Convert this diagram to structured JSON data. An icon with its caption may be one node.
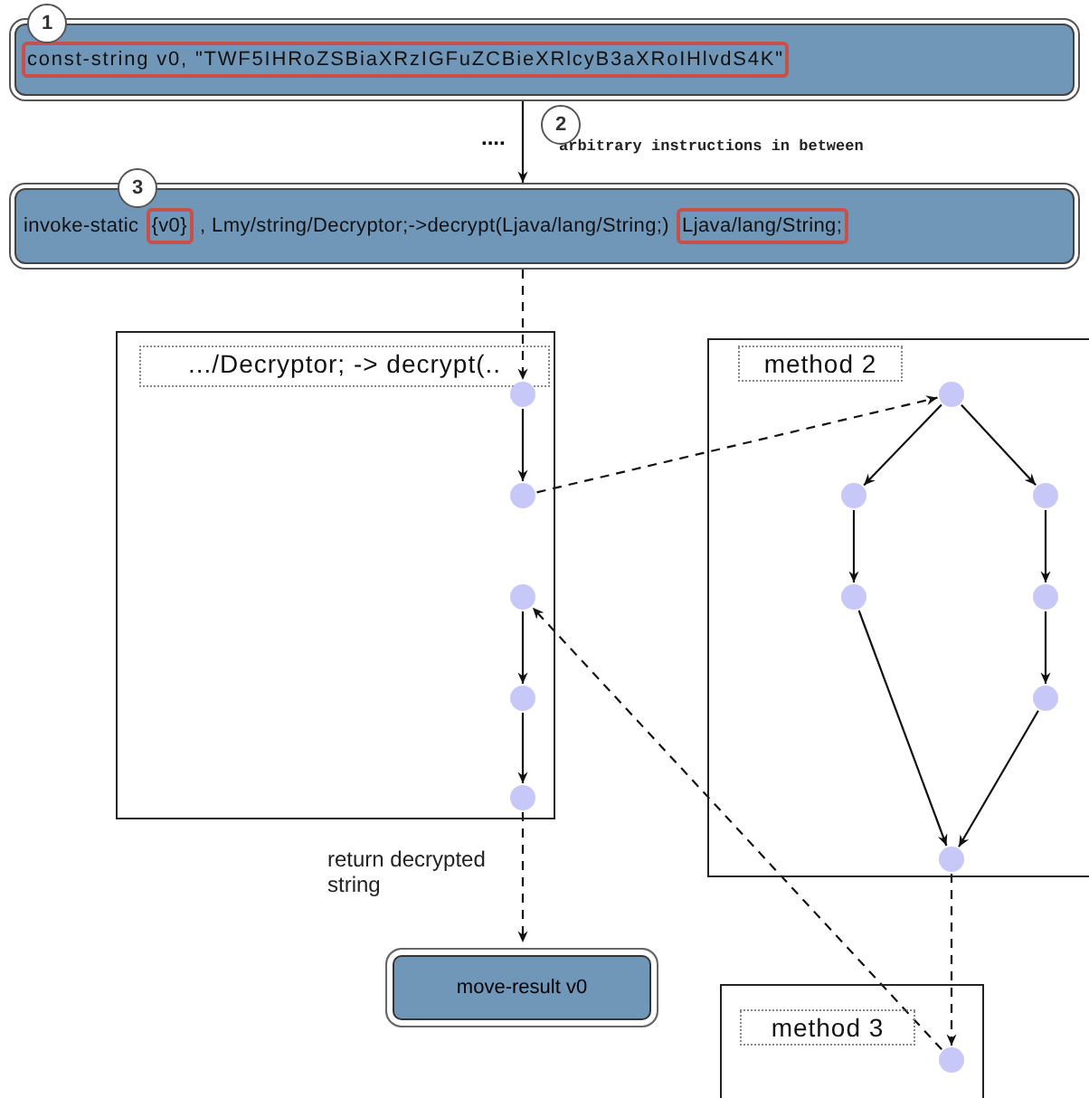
{
  "diagram": {
    "nodes": [
      {
        "text": [
          "1",
          "const-string v0, \"TWF5IHRoZSBiaXRzIGFuZCBieXRlcyB3aXRoIHlvdS4K\""
        ]
      },
      {
        "text": [
          "3",
          "invoke-static",
          "{v0}",
          ", Lmy/string/Decryptor;->decrypt(Ljava/lang/String;)",
          "Ljava/lang/String;"
        ]
      },
      {
        "text": [
          ".../Decryptor; -> decrypt(.."
        ]
      },
      {
        "text": [],
        "shape": "circle",
        "in": 2
      },
      {
        "text": [],
        "shape": "circle",
        "in": 2
      },
      {
        "text": [],
        "shape": "circle",
        "in": 2
      },
      {
        "text": [],
        "shape": "circle",
        "in": 2
      },
      {
        "text": [],
        "shape": "circle",
        "in": 2
      },
      {
        "text": [
          "method 2"
        ]
      },
      {
        "text": [],
        "shape": "circle",
        "in": 8
      },
      {
        "text": [],
        "shape": "circle",
        "in": 8
      },
      {
        "text": [],
        "shape": "circle",
        "in": 8
      },
      {
        "text": [],
        "shape": "circle",
        "in": 8
      },
      {
        "text": [],
        "shape": "circle",
        "in": 8
      },
      {
        "text": [],
        "shape": "circle",
        "in": 8
      },
      {
        "text": [],
        "shape": "circle",
        "in": 8
      },
      {
        "text": [
          "move-result v0"
        ]
      },
      {
        "text": [
          "method 3"
        ]
      },
      {
        "text": [],
        "shape": "circle",
        "in": 17
      }
    ],
    "edges": [
      {
        "from": 0,
        "to": 1,
        "arrow": "to",
        "label": "arbitrary instructions in between"
      },
      {
        "from": 1,
        "to": 3,
        "arrow": "to",
        "style": "dashed"
      },
      {
        "from": 3,
        "to": 4,
        "arrow": "to"
      },
      {
        "from": 4,
        "to": 9,
        "arrow": "to",
        "style": "dashed"
      },
      {
        "from": 9,
        "to": 10,
        "arrow": "to"
      },
      {
        "from": 9,
        "to": 11,
        "arrow": "to"
      },
      {
        "from": 10,
        "to": 12,
        "arrow": "to"
      },
      {
        "from": 11,
        "to": 13,
        "arrow": "to"
      },
      {
        "from": 13,
        "to": 14,
        "arrow": "to"
      },
      {
        "from": 12,
        "to": 15,
        "arrow": "to"
      },
      {
        "from": 14,
        "to": 15,
        "arrow": "to"
      },
      {
        "from": 15,
        "to": 18,
        "arrow": "to",
        "style": "dashed"
      },
      {
        "from": 18,
        "to": 5,
        "arrow": "to",
        "style": "dashed"
      },
      {
        "from": 5,
        "to": 6,
        "arrow": "to"
      },
      {
        "from": 6,
        "to": 7,
        "arrow": "to"
      },
      {
        "from": 7,
        "to": 16,
        "arrow": "to",
        "style": "dashed",
        "label": "return decrypted string"
      }
    ],
    "labels": [
      "2",
      "...."
    ]
  }
}
